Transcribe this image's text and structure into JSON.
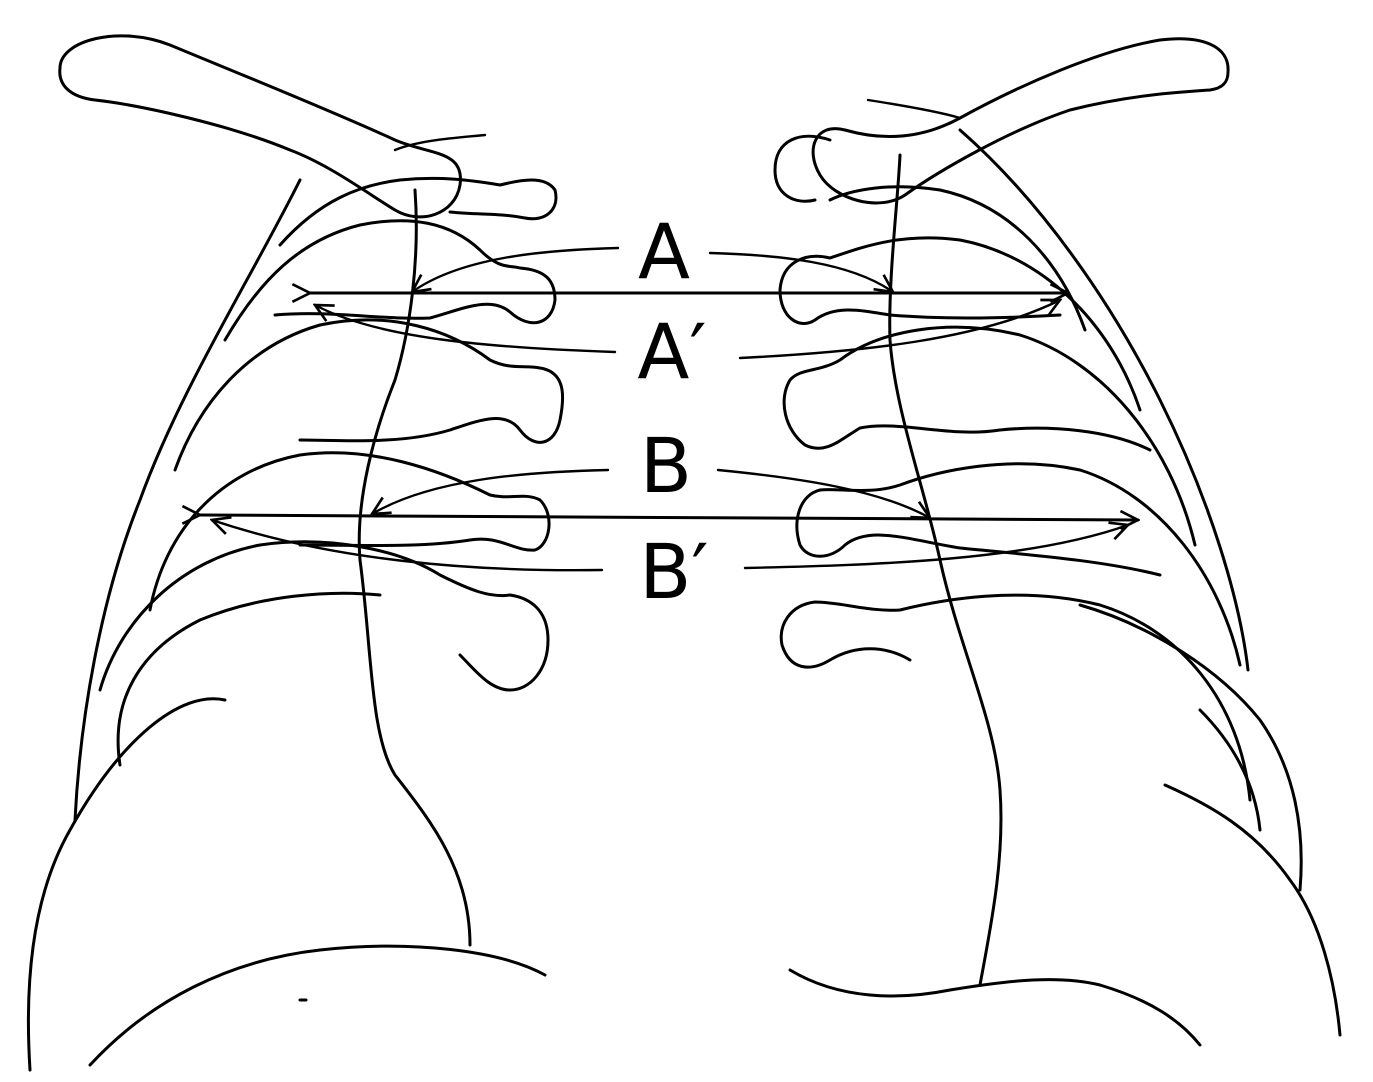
{
  "labels": {
    "a": "A",
    "a_prime": "A′",
    "b": "B",
    "b_prime": "B′"
  },
  "colors": {
    "line": "#000000",
    "background": "#ffffff"
  }
}
